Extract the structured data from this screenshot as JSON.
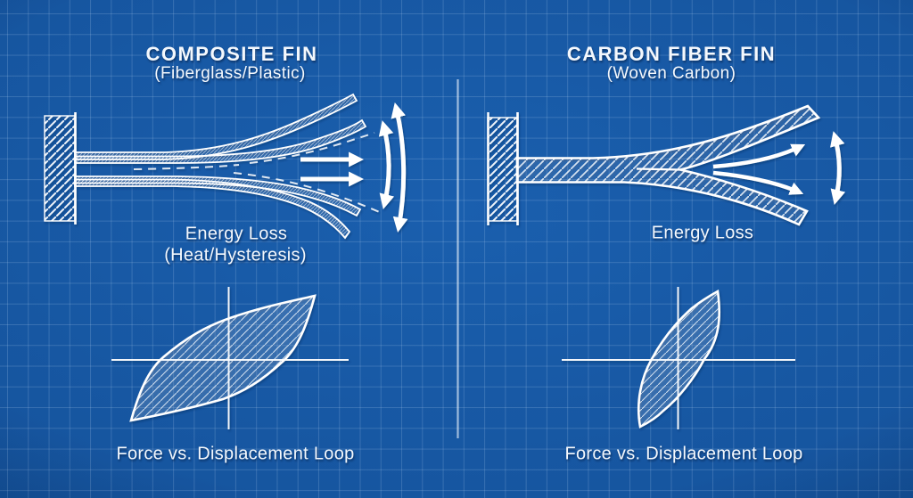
{
  "page": {
    "background_color": "#1456a3",
    "grid_color": "#4a80c0",
    "line_color": "#ffffff",
    "divider": "vertical-rule"
  },
  "left_panel": {
    "title": "COMPOSITE FIN",
    "subtitle": "(Fiberglass/Plastic)",
    "energy_label_line1": "Energy Loss",
    "energy_label_line2": "(Heat/Hysteresis)",
    "loop_label": "Force vs. Displacement Loop",
    "figures": [
      "wall-clamp",
      "delaminating-fin-layers",
      "crack-dashes",
      "vibration-arrows",
      "flutter-arc-arrows",
      "hysteresis-loop-wide"
    ]
  },
  "right_panel": {
    "title": "CARBON FIBER FIN",
    "subtitle": "(Woven Carbon)",
    "energy_label_line1": "Energy Loss",
    "loop_label": "Force vs. Displacement Loop",
    "figures": [
      "wall-clamp",
      "split-tip-fin",
      "flex-arrows",
      "flutter-arc-arrow",
      "hysteresis-loop-narrow"
    ]
  }
}
